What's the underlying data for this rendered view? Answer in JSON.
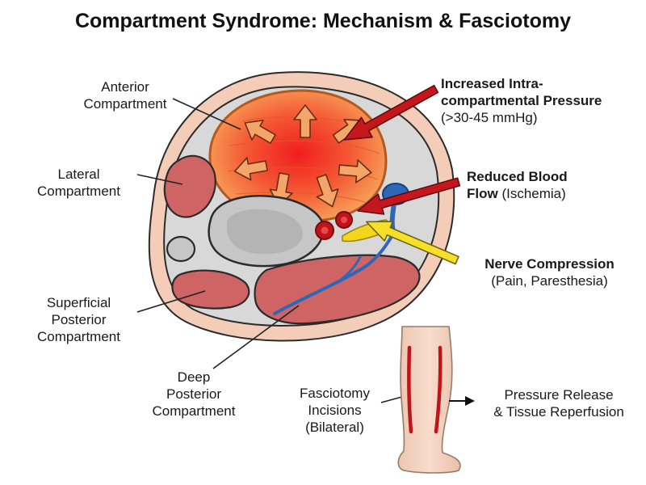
{
  "title": "Compartment Syndrome: Mechanism & Fasciotomy",
  "labels": {
    "anterior": [
      "Anterior",
      "Compartment"
    ],
    "lateral": [
      "Lateral",
      "Compartment"
    ],
    "superficial_posterior": [
      "Superficial",
      "Posterior",
      "Compartment"
    ],
    "deep_posterior": [
      "Deep",
      "Posterior",
      "Compartment"
    ],
    "pressure": [
      "Increased Intra-",
      "compartmental Pressure",
      "(>30-45 mmHg)"
    ],
    "blood_flow": {
      "line1": "Reduced Blood",
      "line2_bold": "Flow",
      "line2_rest": " (Ischemia)"
    },
    "nerve": {
      "line1": "Nerve Compression",
      "line2": "(Pain, Paresthesia)"
    },
    "fasciotomy": [
      "Fasciotomy",
      "Incisions",
      "(Bilateral)"
    ],
    "release": [
      "Pressure Release",
      "& Tissue Reperfusion"
    ]
  },
  "colors": {
    "skin": "#f4cdb8",
    "fascia": "#d4d4d4",
    "muscle": "#cf6464",
    "muscle_swollen": "#f2452f",
    "bone": "#c2c2c2",
    "artery": "#c0141b",
    "vein": "#2e67b8",
    "nerve": "#f2d51c",
    "arrow_red": "#c4161c",
    "arrow_yellow": "#f4e02a"
  }
}
